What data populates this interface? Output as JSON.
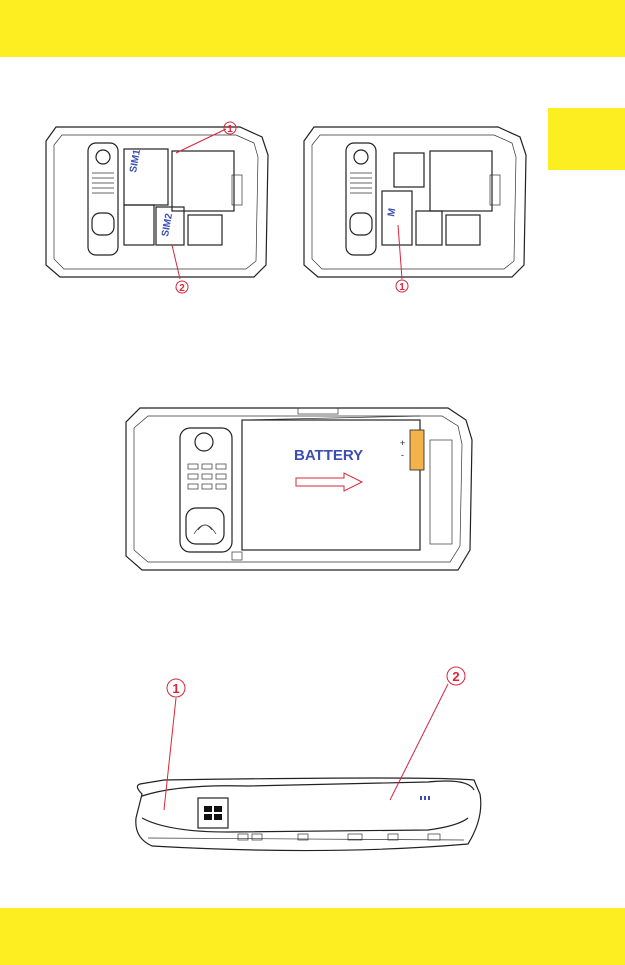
{
  "colors": {
    "band": "#fcee21",
    "callout": "#d9253a",
    "label_blue": "#3c4fae",
    "line": "#222222"
  },
  "figures": {
    "sim_insert": {
      "callout_top": "1",
      "callout_bottom": "2",
      "slot_label_1": "SIM1",
      "slot_label_2": "SIM2"
    },
    "memory_card": {
      "callout": "1",
      "slot_label": "M"
    },
    "battery": {
      "label": "BATTERY",
      "terminal_plus": "+",
      "terminal_minus": "-"
    },
    "back_cover": {
      "callout_left": "1",
      "callout_right": "2"
    }
  }
}
